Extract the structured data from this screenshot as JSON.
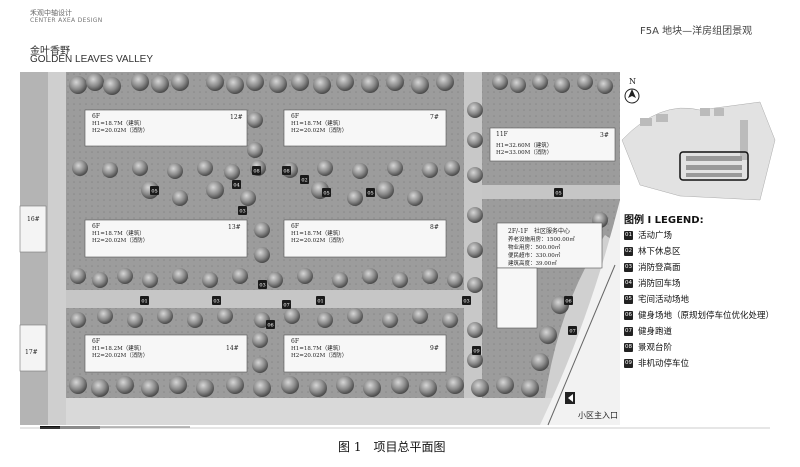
{
  "branding": {
    "company_cn": "禾观中轴设计",
    "company_en": "CENTER AXEA DESIGN"
  },
  "project": {
    "name_cn": "金叶香野",
    "name_en": "GOLDEN LEAVES VALLEY",
    "title": "F5A 地块—洋房组团景观"
  },
  "compass": {
    "label": "N"
  },
  "legend": {
    "title": "图例 I LEGEND:",
    "items": [
      {
        "code": "01",
        "label": "活动广场"
      },
      {
        "code": "02",
        "label": "林下休息区"
      },
      {
        "code": "03",
        "label": "消防登高面"
      },
      {
        "code": "04",
        "label": "消防回车场"
      },
      {
        "code": "05",
        "label": "宅间活动场地"
      },
      {
        "code": "06",
        "label": "健身场地（原规划停车位优化处理）"
      },
      {
        "code": "07",
        "label": "健身跑道"
      },
      {
        "code": "08",
        "label": "景观台阶"
      },
      {
        "code": "09",
        "label": "非机动停车位"
      }
    ]
  },
  "buildings": [
    {
      "floors": "6F",
      "number": "12#",
      "h1": "H1=18.7M（建筑）",
      "h2": "H2=20.02M（消防）"
    },
    {
      "floors": "6F",
      "number": "7#",
      "h1": "H1=18.7M（建筑）",
      "h2": "H2=20.02M（消防）"
    },
    {
      "floors": "11F",
      "number": "3#",
      "h1": "H1=32.60M（建筑）",
      "h2": "H2=33.00M（消防）"
    },
    {
      "floors": "6F",
      "number": "13#",
      "h1": "H1=18.7M（建筑）",
      "h2": "H2=20.02M（消防）"
    },
    {
      "floors": "6F",
      "number": "8#",
      "h1": "H1=18.7M（建筑）",
      "h2": "H2=20.02M（消防）"
    },
    {
      "floors": "6F",
      "number": "14#",
      "h1": "H1=18.2M（建筑）",
      "h2": "H2=20.02M（消防）"
    },
    {
      "floors": "6F",
      "number": "9#",
      "h1": "H1=18.7M（建筑）",
      "h2": "H2=20.02M（消防）"
    }
  ],
  "side_buildings": {
    "left_top": "16#",
    "left_bottom": "17#"
  },
  "community_center": {
    "title": "2F/-1F　社区服务中心",
    "lines": [
      "养老设施用房：1500.00㎡",
      "物业用房：500.00㎡",
      "便民超市：330.00㎡",
      "建筑高度：39.00㎡"
    ]
  },
  "markers": [
    "04",
    "05",
    "08",
    "08",
    "02",
    "03",
    "05",
    "03",
    "01",
    "03",
    "07",
    "06",
    "01",
    "03",
    "09",
    "06",
    "07",
    "05",
    "05"
  ],
  "entrance": {
    "label": "小区主入口"
  },
  "caption": "图 1　项目总平面图"
}
